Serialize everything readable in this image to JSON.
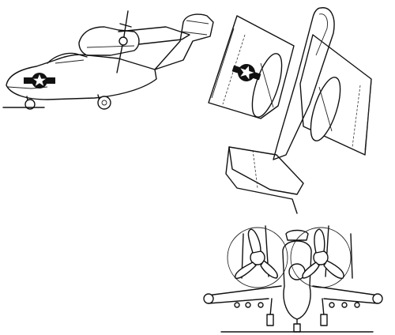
{
  "drawing": {
    "views": [
      {
        "name": "side-view"
      },
      {
        "name": "top-view"
      },
      {
        "name": "front-view"
      }
    ],
    "insignia": {
      "star_color": "#ffffff",
      "disc_color": "#111111",
      "bar_color": "#111111"
    },
    "line_color": "#111111",
    "background": "#ffffff"
  }
}
